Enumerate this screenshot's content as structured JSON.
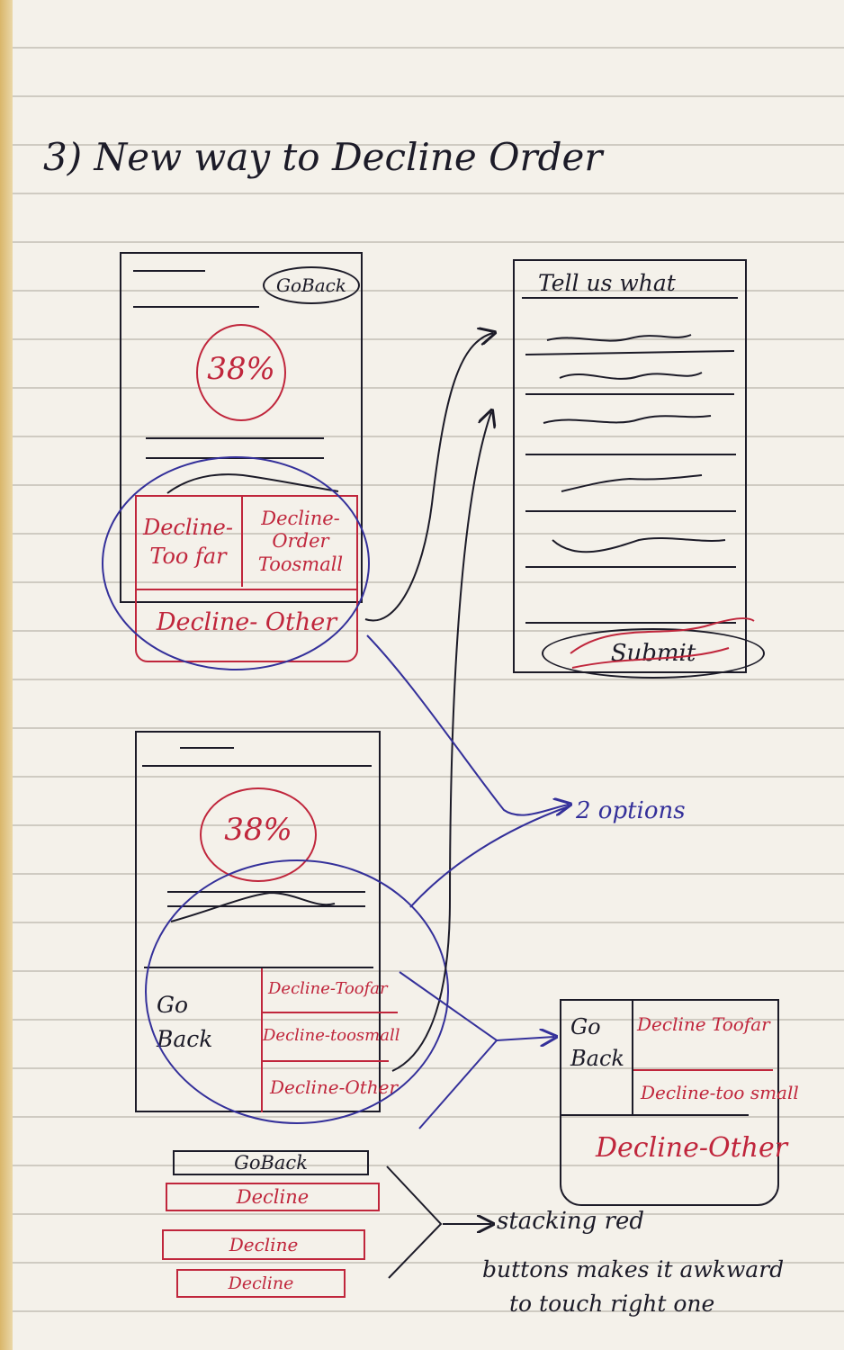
{
  "title": "3) New way to Decline Order",
  "sketch1": {
    "go_back": "GoBack",
    "percent": "38%",
    "decline_far": "Decline-\nToo far",
    "decline_small": "Decline-\nOrder\nToosmall",
    "decline_other": "Decline- Other"
  },
  "sketch2": {
    "title": "Tell us what",
    "submit": "Submit"
  },
  "sketch3": {
    "percent": "38%",
    "go_back": "Go\nBack",
    "decline_far": "Decline-Toofar",
    "decline_small": "Decline-toosmall",
    "decline_other": "Decline-Other"
  },
  "note_options": "2 options",
  "sketch4": {
    "go_back": "Go\nBack",
    "decline_far": "Decline Toofar",
    "decline_small": "Decline-too small",
    "decline_other": "Decline-Other"
  },
  "stack": {
    "go_back": "GoBack",
    "decline_1": "Decline",
    "decline_2": "Decline",
    "decline_3": "Decline"
  },
  "note_stacking": {
    "line1": "stacking red",
    "line2": "buttons makes it awkward",
    "line3": "to touch right one"
  },
  "colors": {
    "paper": "#f4f1ea",
    "ink": "#1c1b28",
    "red_ink": "#c0263c",
    "blue_ink": "#34309a"
  }
}
